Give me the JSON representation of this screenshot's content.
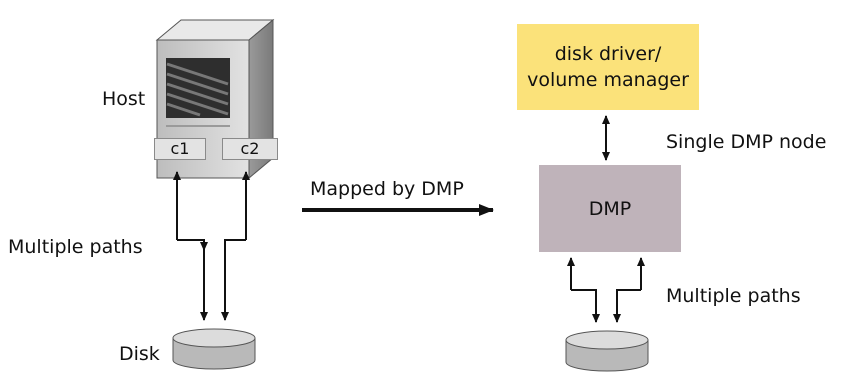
{
  "host": {
    "label": "Host",
    "ports": [
      "c1",
      "c2"
    ]
  },
  "left": {
    "paths_label": "Multiple paths",
    "disk_label": "Disk"
  },
  "mapping": {
    "label": "Mapped by DMP"
  },
  "right": {
    "driver_box": [
      "disk driver/",
      "volume manager"
    ],
    "single_node_label": "Single DMP node",
    "dmp_box": "DMP",
    "paths_label": "Multiple paths"
  },
  "colors": {
    "driver_box": "#fbe27a",
    "dmp_box": "#bfb3ba",
    "disk": "#b9b9b9"
  }
}
